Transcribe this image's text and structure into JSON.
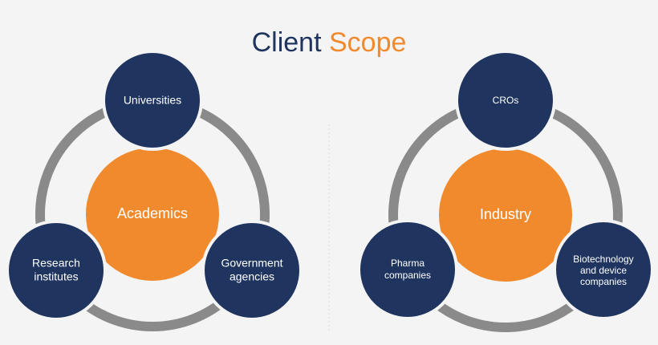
{
  "title": {
    "word1": "Client",
    "word2": "Scope"
  },
  "colors": {
    "navy": "#1f3560",
    "orange": "#f08a2c",
    "ring": "#8a8a8a",
    "background": "#f4f4f4"
  },
  "left_cluster": {
    "center": "Academics",
    "nodes": {
      "top": [
        "Universities"
      ],
      "bottom_left": [
        "Research",
        "institutes"
      ],
      "bottom_right": [
        "Government",
        "agencies"
      ]
    }
  },
  "right_cluster": {
    "center": "Industry",
    "nodes": {
      "top": [
        "CROs"
      ],
      "bottom_left": [
        "Pharma",
        "companies"
      ],
      "bottom_right": [
        "Biotechnology",
        "and device",
        "companies"
      ]
    }
  }
}
